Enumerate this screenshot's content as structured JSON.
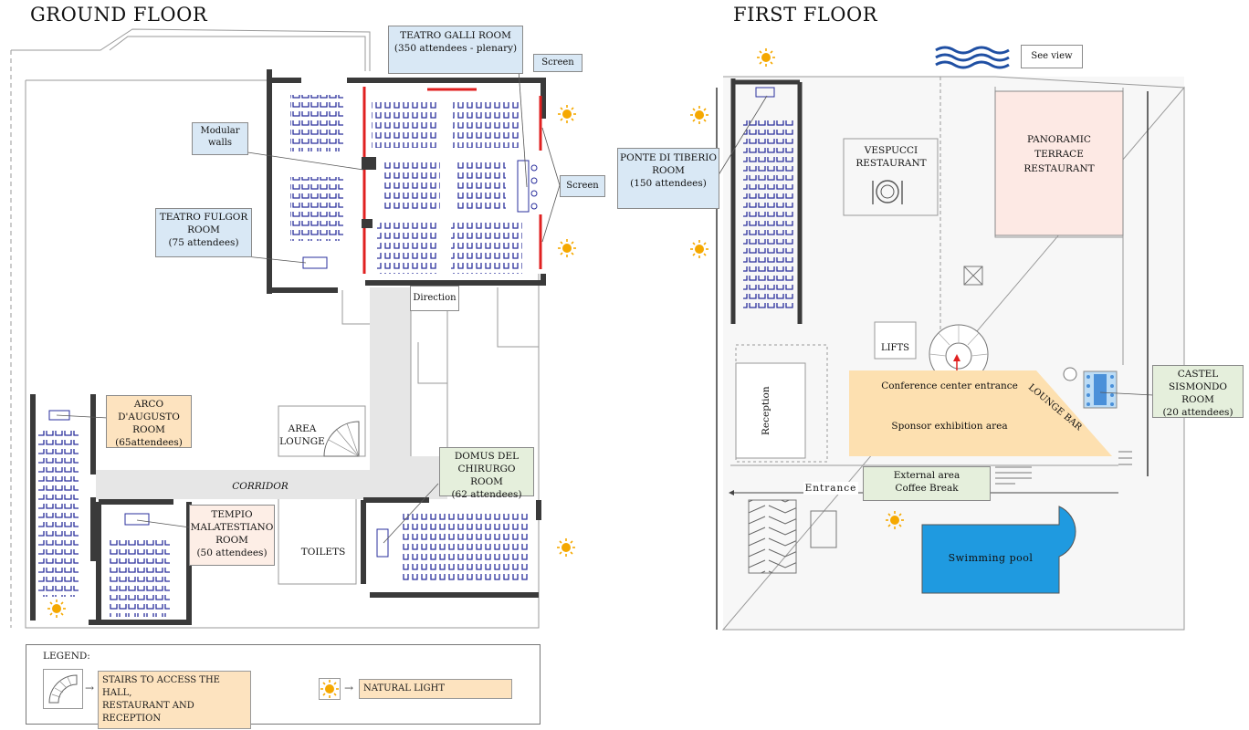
{
  "ground_floor": {
    "title": "GROUND  FLOOR",
    "teatro_galli": [
      "TEATRO GALLI ROOM",
      "(350 attendees - plenary)"
    ],
    "screen_top": "Screen",
    "screen_right": "Screen",
    "modular_walls": [
      "Modular",
      "walls"
    ],
    "teatro_fulgor": [
      "TEATRO FULGOR",
      "ROOM",
      "(75 attendees)"
    ],
    "direction": "Direction",
    "arco_augusto": [
      "ARCO D'AUGUSTO",
      "ROOM",
      "(65attendees)"
    ],
    "area_lounge": [
      "AREA",
      "LOUNGE"
    ],
    "corridor": "CORRIDOR",
    "domus_chirurgo": [
      "DOMUS DEL",
      "CHIRURGO ROOM",
      "(62 attendees)"
    ],
    "tempio_malatestiano": [
      "TEMPIO",
      "MALATESTIANO",
      "ROOM",
      "(50 attendees)"
    ],
    "toilets": "TOILETS"
  },
  "first_floor": {
    "title": "FIRST  FLOOR",
    "see_view": "See view",
    "ponte_tiberio": [
      "PONTE DI TIBERIO",
      "ROOM",
      "(150 attendees)"
    ],
    "vespucci": [
      "VESPUCCI",
      "RESTAURANT"
    ],
    "panoramic": [
      "PANORAMIC",
      "TERRACE",
      "RESTAURANT"
    ],
    "lifts": "LIFTS",
    "conference_entrance": "Conference center entrance",
    "lounge_bar": "LOUNGE BAR",
    "sponsor_area": "Sponsor exhibition area",
    "reception": "Reception",
    "castel_sismondo": [
      "CASTEL SISMONDO",
      "ROOM",
      "(20 attendees)"
    ],
    "entrance": "Entrance",
    "external_area": [
      "External area",
      "Coffee Break"
    ],
    "swimming_pool": "Swimming pool"
  },
  "legend": {
    "title": "LEGEND:",
    "stairs": [
      "STAIRS TO ACCESS THE HALL,",
      "RESTAURANT AND RECEPTION"
    ],
    "natural_light": "NATURAL LIGHT"
  },
  "colors": {
    "blue_label": "#d9e8f5",
    "orange_label": "#fde3bf",
    "green_label": "#e5efdc",
    "pink_label": "#fdeee6",
    "seat": "#2a2f9c",
    "wall": "#3a3a3a",
    "screen_red": "#e02020",
    "sun": "#f5a800",
    "pool": "#1f9ae0",
    "sponsor": "#fde0b0",
    "terrace": "#fde9e4",
    "sea": "#1f4fa3"
  }
}
